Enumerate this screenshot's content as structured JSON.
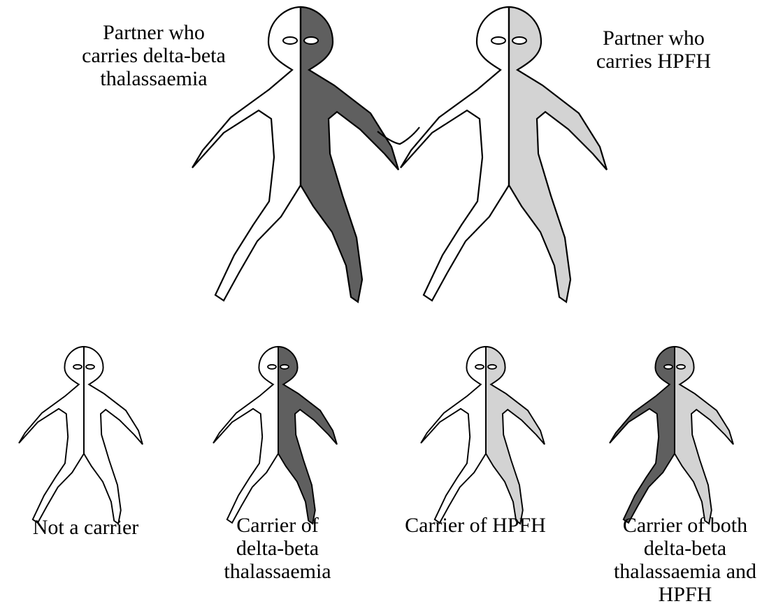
{
  "colors": {
    "dark": "#5f5f5f",
    "light": "#d3d3d3",
    "none": "#ffffff",
    "outline": "#000000"
  },
  "parents": [
    {
      "lines": [
        "Partner who",
        "carries delta-beta",
        "thalassaemia"
      ],
      "left": "none",
      "right": "dark"
    },
    {
      "lines": [
        "Partner who",
        "carries HPFH"
      ],
      "left": "none",
      "right": "light"
    }
  ],
  "children": [
    {
      "lines": [
        "Not a carrier"
      ],
      "left": "none",
      "right": "none"
    },
    {
      "lines": [
        "Carrier of",
        "delta-beta",
        "thalassaemia"
      ],
      "left": "none",
      "right": "dark"
    },
    {
      "lines": [
        "Carrier of HPFH"
      ],
      "left": "none",
      "right": "light"
    },
    {
      "lines": [
        "Carrier of both",
        "delta-beta",
        "thalassaemia and",
        "HPFH"
      ],
      "left": "dark",
      "right": "light"
    }
  ]
}
